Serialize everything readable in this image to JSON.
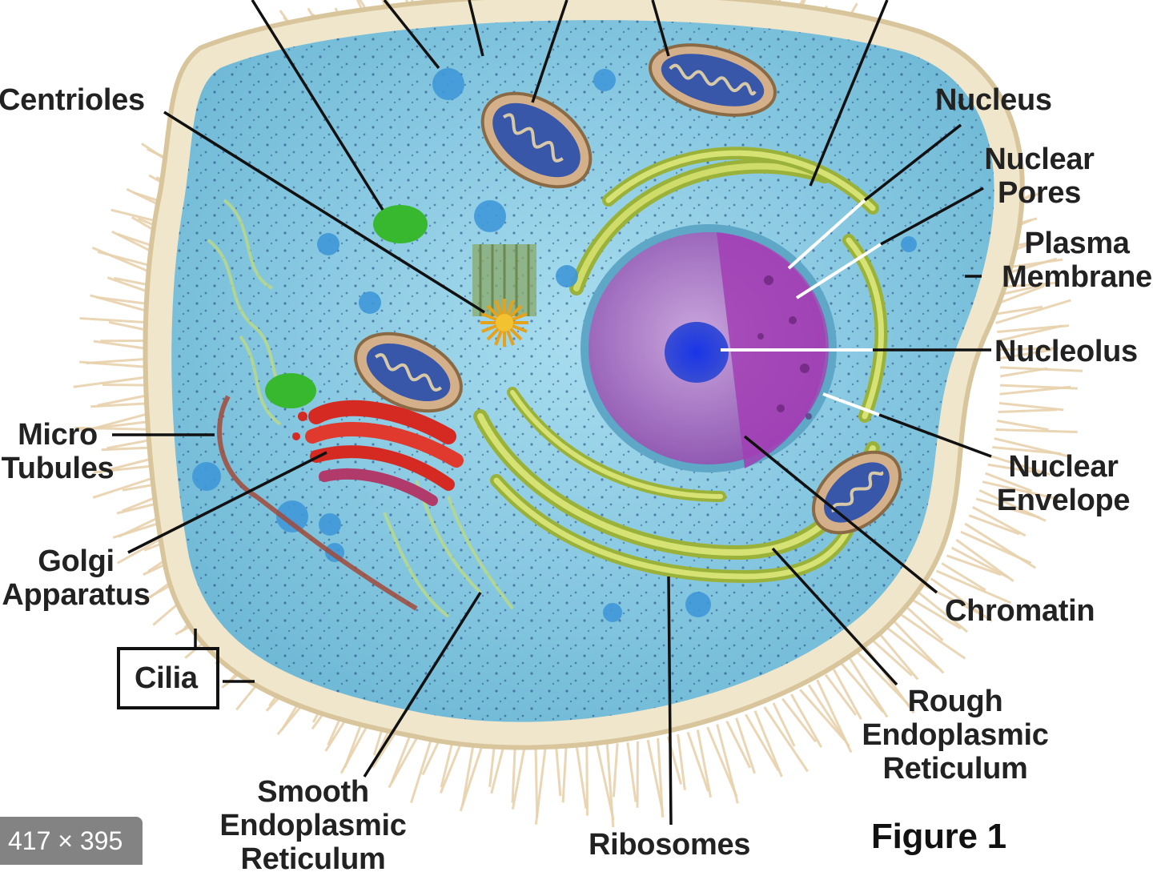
{
  "labels": {
    "centrioles": "Centrioles",
    "nucleus": "Nucleus",
    "nuclear_pores": [
      "Nuclear",
      "Pores"
    ],
    "plasma_membrane": [
      "Plasma",
      "Membrane"
    ],
    "nucleolus": "Nucleolus",
    "nuclear_envelope": [
      "Nuclear",
      "Envelope"
    ],
    "chromatin": "Chromatin",
    "rough_er": [
      "Rough",
      "Endoplasmic",
      "Reticulum"
    ],
    "micro_tubules": [
      "Micro",
      "Tubules"
    ],
    "golgi": [
      "Golgi",
      "Apparatus"
    ],
    "cilia": "Cilia",
    "smooth_er": [
      "Smooth",
      "Endoplasmic",
      "Reticulum"
    ],
    "ribosomes": "Ribosomes"
  },
  "figure_label": "Figure 1",
  "image_size_badge": "417 × 395",
  "colors": {
    "cytoplasm": "#8fd0e6",
    "nucleus": "#a160c0",
    "nucleolus": "#1a2fd0",
    "golgi": "#e0302c",
    "rough_er": "#b7c94a",
    "mitochondria": "#3a5fb0",
    "cilia": "#e8d2ad",
    "leader_line": "#111111"
  }
}
